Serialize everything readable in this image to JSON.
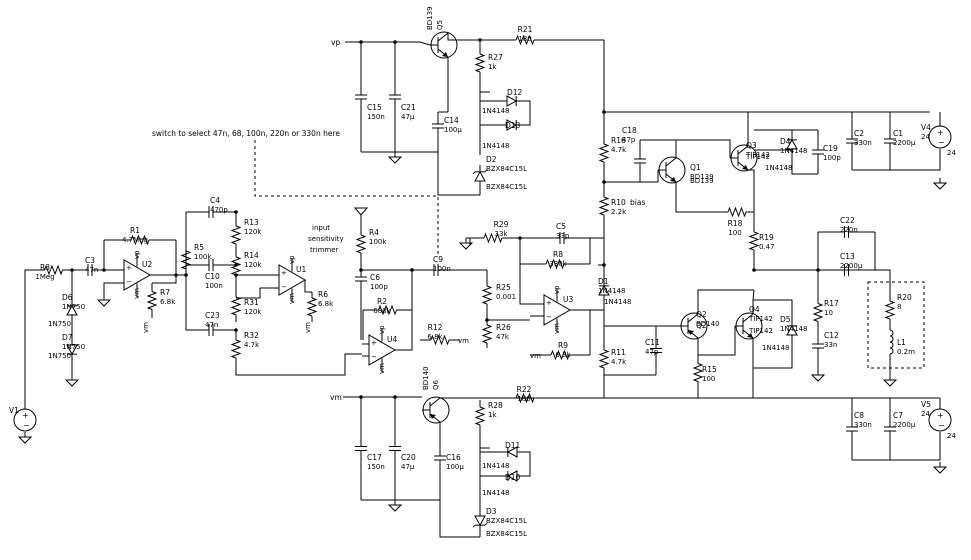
{
  "nets": {
    "vp": "vp",
    "vm": "vm"
  },
  "annotations": {
    "switch": "switch to select 47n, 68, 100n, 220n or 330n here",
    "trimmer1": "input",
    "trimmer2": "sensitivity",
    "trimmer3": "trimmer",
    "bias": "bias"
  },
  "components": {
    "R1": {
      "ref": "R1",
      "value": "4.7Meg"
    },
    "R2": {
      "ref": "R2",
      "value": "680k"
    },
    "R3": {
      "ref": "R3",
      "value": "1Meg"
    },
    "R4": {
      "ref": "R4",
      "value": "100k"
    },
    "R5": {
      "ref": "R5",
      "value": "100k"
    },
    "R6": {
      "ref": "R6",
      "value": "6.8k"
    },
    "R7": {
      "ref": "R7",
      "value": "6.8k"
    },
    "R8": {
      "ref": "R8",
      "value": "330k"
    },
    "R9": {
      "ref": "R9",
      "value": "6.8k"
    },
    "R10": {
      "ref": "R10",
      "value": "2.2k"
    },
    "R11": {
      "ref": "R11",
      "value": "4.7k"
    },
    "R12": {
      "ref": "R12",
      "value": "6.8k"
    },
    "R13": {
      "ref": "R13",
      "value": "120k"
    },
    "R14": {
      "ref": "R14",
      "value": "120k"
    },
    "R15": {
      "ref": "R15",
      "value": "100"
    },
    "R16": {
      "ref": "R16",
      "value": "4.7k"
    },
    "R17": {
      "ref": "R17",
      "value": "10"
    },
    "R18": {
      "ref": "R18",
      "value": "100"
    },
    "R19": {
      "ref": "R19",
      "value": "0.47"
    },
    "R20": {
      "ref": "R20",
      "value": "8"
    },
    "R21": {
      "ref": "R21",
      "value": "180"
    },
    "R22": {
      "ref": "R22",
      "value": "180"
    },
    "R25": {
      "ref": "R25",
      "value": "0.001"
    },
    "R26": {
      "ref": "R26",
      "value": "47k"
    },
    "R27": {
      "ref": "R27",
      "value": "1k"
    },
    "R28": {
      "ref": "R28",
      "value": "1k"
    },
    "R29": {
      "ref": "R29",
      "value": "33k"
    },
    "R31": {
      "ref": "R31",
      "value": "120k"
    },
    "R32": {
      "ref": "R32",
      "value": "4.7k"
    },
    "C1": {
      "ref": "C1",
      "value": "2200µ"
    },
    "C2": {
      "ref": "C2",
      "value": "330n"
    },
    "C3": {
      "ref": "C3",
      "value": "47n"
    },
    "C4": {
      "ref": "C4",
      "value": "470p"
    },
    "C5": {
      "ref": "C5",
      "value": "33p"
    },
    "C6": {
      "ref": "C6",
      "value": "100p"
    },
    "C7": {
      "ref": "C7",
      "value": "2200µ"
    },
    "C8": {
      "ref": "C8",
      "value": "330n"
    },
    "C9": {
      "ref": "C9",
      "value": "100n"
    },
    "C10": {
      "ref": "C10",
      "value": "100n"
    },
    "C11": {
      "ref": "C11",
      "value": "47p"
    },
    "C12": {
      "ref": "C12",
      "value": "33n"
    },
    "C13": {
      "ref": "C13",
      "value": "2200µ"
    },
    "C14": {
      "ref": "C14",
      "value": "100µ"
    },
    "C15": {
      "ref": "C15",
      "value": "150n"
    },
    "C16": {
      "ref": "C16",
      "value": "100µ"
    },
    "C17": {
      "ref": "C17",
      "value": "150n"
    },
    "C18": {
      "ref": "C18",
      "value": "47p"
    },
    "C19": {
      "ref": "C19",
      "value": "100p"
    },
    "C20": {
      "ref": "C20",
      "value": "47µ"
    },
    "C21": {
      "ref": "C21",
      "value": "47µ"
    },
    "C22": {
      "ref": "C22",
      "value": "220n"
    },
    "C23": {
      "ref": "C23",
      "value": "47n"
    },
    "D1": {
      "ref": "D1",
      "value": "1N4148"
    },
    "D2": {
      "ref": "D2",
      "value": "BZX84C15L"
    },
    "D3": {
      "ref": "D3",
      "value": "BZX84C15L"
    },
    "D4": {
      "ref": "D4",
      "value": "1N4148"
    },
    "D5": {
      "ref": "D5",
      "value": "1N4148"
    },
    "D6": {
      "ref": "D6",
      "value": "1N750"
    },
    "D7": {
      "ref": "D7",
      "value": "1N750"
    },
    "D10": {
      "ref": "D10",
      "value": "1N4148"
    },
    "D11": {
      "ref": "D11",
      "value": "1N4148"
    },
    "D12": {
      "ref": "D12",
      "value": "1N4148"
    },
    "D13": {
      "ref": "D13",
      "value": "1N4148"
    },
    "Q1": {
      "ref": "Q1",
      "value": "BD139"
    },
    "Q2": {
      "ref": "Q2",
      "value": "BD140"
    },
    "Q3": {
      "ref": "Q3",
      "value": "TIP142"
    },
    "Q4": {
      "ref": "Q4",
      "value": "TIP142"
    },
    "Q5": {
      "ref": "Q5",
      "value": "BD139"
    },
    "Q6": {
      "ref": "Q6",
      "value": "BD140"
    },
    "L1": {
      "ref": "L1",
      "value": "0.2m"
    },
    "U1": {
      "ref": "U1"
    },
    "U2": {
      "ref": "U2"
    },
    "U3": {
      "ref": "U3"
    },
    "U4": {
      "ref": "U4"
    },
    "V1": {
      "ref": "V1"
    },
    "V4": {
      "ref": "V4",
      "value": "24"
    },
    "V5": {
      "ref": "V5",
      "value": "24"
    }
  }
}
